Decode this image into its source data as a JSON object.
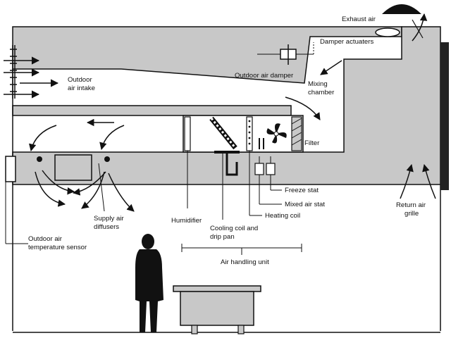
{
  "labels": {
    "exhaust_air": "Exhaust air",
    "damper_actuators": "Damper actuaters",
    "outdoor_air_intake": [
      "Outdoor",
      "air intake"
    ],
    "outdoor_air_damper": "Outdoor air damper",
    "mixing_chamber": [
      "Mixing",
      "chamber"
    ],
    "filter": "Filter",
    "freeze_stat": "Freeze stat",
    "mixed_air_stat": "Mixed air stat",
    "heating_coil": "Heating coil",
    "humidifier": "Humidifier",
    "cooling_coil": [
      "Cooling coil and",
      "drip pan"
    ],
    "supply_air_diffusers": [
      "Supply air",
      "diffusers"
    ],
    "return_air_grille": [
      "Return air",
      "grille"
    ],
    "outdoor_air_sensor": [
      "Outdoor air",
      "temperature sensor"
    ],
    "air_handling_unit": "Air handling unit"
  },
  "colors": {
    "duct_fill": "#c8c8c8",
    "line": "#111111",
    "background": "#ffffff"
  }
}
